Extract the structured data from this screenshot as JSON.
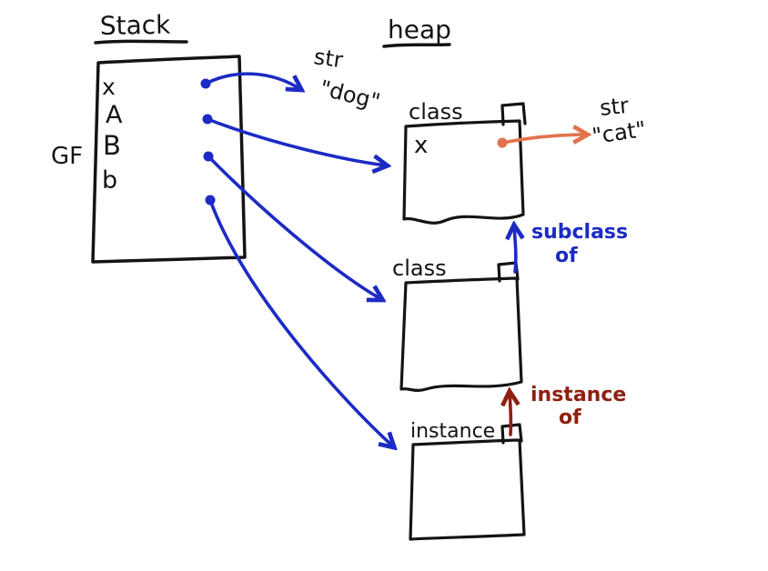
{
  "diagram": {
    "stack": {
      "title": "Stack",
      "frame_label": "GF",
      "variables": [
        "x",
        "A",
        "B",
        "b"
      ]
    },
    "heap": {
      "title": "heap",
      "objects": {
        "str_dog": {
          "type": "str",
          "value": "\"dog\""
        },
        "class_a": {
          "label": "class",
          "attr": "x"
        },
        "str_cat": {
          "type": "str",
          "value": "\"cat\""
        },
        "class_b": {
          "label": "class"
        },
        "instance": {
          "label": "instance"
        }
      }
    },
    "relations": {
      "subclass_line1": "subclass",
      "subclass_line2": "of",
      "instance_line1": "instance",
      "instance_line2": "of"
    }
  },
  "colors": {
    "ink": "#141414",
    "pointer_blue": "#1c2bc4",
    "pointer_orange": "#e2724d",
    "pointer_red": "#8e2012"
  }
}
